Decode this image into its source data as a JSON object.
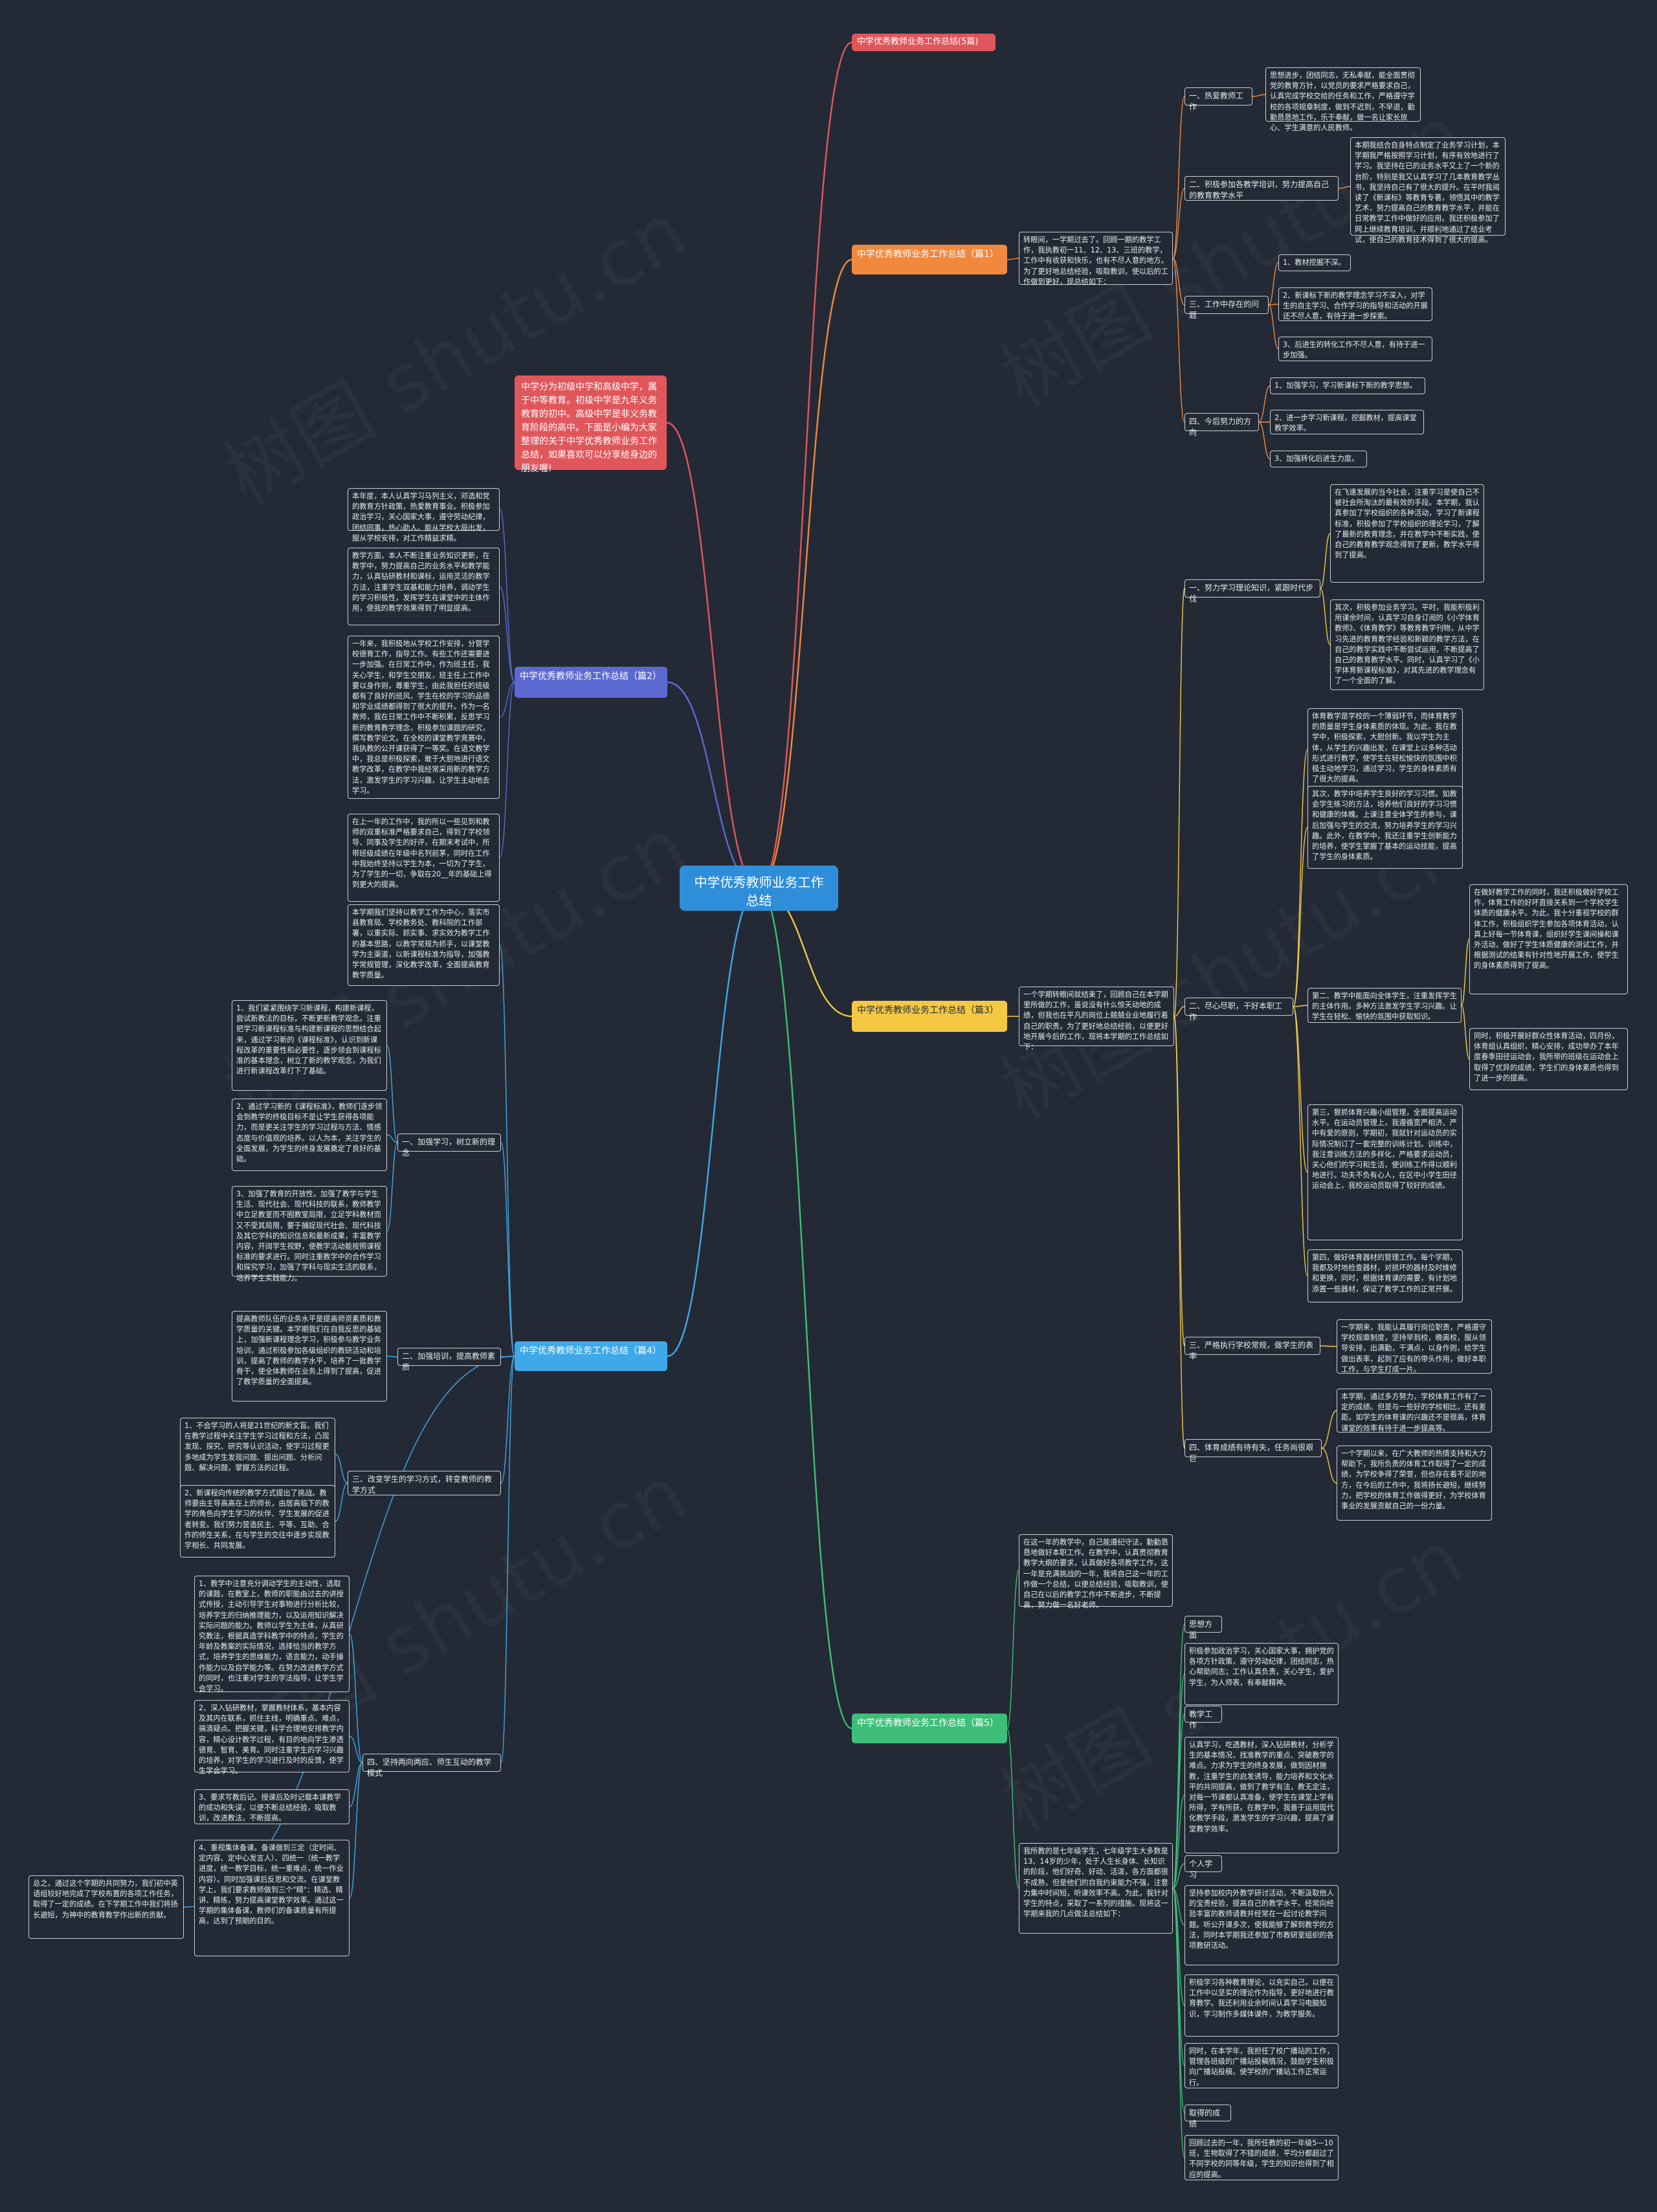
{
  "root": "中学优秀教师业务工作总结",
  "intro": "中学分为初级中学和高级中学，属于中等教育。初级中学是九年义务教育的初中。高级中学是非义务教育阶段的高中。下面是小编为大家整理的关于中学优秀教师业务工作总结，如果喜欢可以分享给身边的朋友喔!",
  "watermark": "树图 shutu.cn",
  "colors": {
    "branch0": "#e0575b",
    "branch1": "#f0883e",
    "branch2": "#5b6ad0",
    "branch3": "#f5c842",
    "branch4": "#3ea8e8",
    "branch5": "#3dbf7a"
  },
  "branches": [
    {
      "label": "中学优秀教师业务工作总结(5篇)"
    },
    {
      "label": "中学优秀教师业务工作总结（篇1）"
    },
    {
      "label": "中学优秀教师业务工作总结（篇2）"
    },
    {
      "label": "中学优秀教师业务工作总结（篇3）"
    },
    {
      "label": "中学优秀教师业务工作总结（篇4）"
    },
    {
      "label": "中学优秀教师业务工作总结（篇5）"
    }
  ],
  "p1": {
    "summary": "转眼间，一学期过去了。回顾一期的教学工作，我执教初一11、12、13、三班的教学，工作中有收获和快乐，也有不尽人意的地方。为了更好地总结经验，吸取教训，使以后的工作做到更好，现总结如下：",
    "s1": "一、热爱教师工作",
    "s1t": "思想进步，团结同志，无私奉献，能全面贯彻党的教育方针，以党员的要求严格要求自己，认真完成学校交给的任务和工作，严格遵守学校的各项规章制度，做到不迟到，不早退，勤勤恳恳地工作，乐于奉献，做一名让家长放心、学生满意的人民教师。",
    "s2": "二、积极参加各教学培训，努力提高自己的教育教学水平",
    "s2t": "本期我结合自身特点制定了业务学习计划，本学期我严格按照学习计划，有序有效地进行了学习。我坚持在已的业务水平又上了一个新的台阶，特别是我又认真学习了几本教育教学丛书，我坚持自己有了很大的提升。在平时我阅读了《新课标》等教育专著，领悟其中的教学艺术，努力提高自己的教育教学水平，并能在日常教学工作中做好的应用。我还积极参加了网上继续教育培训，并顺利地通过了结业考试，使自己的教育技术得到了很大的提高。",
    "s3": "三、工作中存在的问题",
    "s3a": "1、教材挖掘不深。",
    "s3b": "2、新课标下新的教学理念学习不深入，对学生的自主学习、合作学习的指导和活动的开展还不尽人意，有待于进一步探索。",
    "s3c": "3、后进生的转化工作不尽人意，有待于进一步加强。",
    "s4": "四、今后努力的方向",
    "s4a": "1、加强学习，学习新课标下新的教学思想。",
    "s4b": "2、进一步学习新课程，挖掘教材，提高课堂教学效率。",
    "s4c": "3、加强转化后进生力度。"
  },
  "p2": {
    "t1": "本年度，本人认真学习马列主义，邓选和党的教育方针政策，热爱教育事业。积极参加政治学习，关心国家大事，遵守劳动纪律，团结同事，热心助人。能从学校大局出发，服从学校安排，对工作精益求精。",
    "t2": "教学方面，本人不断注重业务知识更新，在教学中，努力提高自己的业务水平和教学能力，认真钻研教材和课标，运用灵活的教学方法，注重学生双基和能力培养，调动学生的学习积极性，发挥学生在课堂中的主体作用，使我的教学效果得到了明显提高。",
    "t3": "一年来，我积极地从学校工作安排，分管学校德育工作，指导工作。有些工作还需要进一步加强。在日常工作中，作为班主任，我关心学生，和学生交朋友，班主任上工作中要以身作则，尊重学生，由此我担任的班级都有了良好的班风，学生在校的学习的品德和学业成绩都得到了很大的提升。作为一名教师，我在日常工作中不断积累，反思学习新的教育教学理念，积极参加课题的研究，撰写教学论文。在全校的课堂教学竞赛中，我执教的公开课获得了一等奖。在语文教学中，我总是积极探索，敢于大胆地进行语文教学改革，在教学中我经常采用新的教学方法，激发学生的学习兴趣，让学生主动地去学习。",
    "t4": "在上一年的工作中，我的所以一些见到和教师的双重标准严格要求自己，得到了学校领导、同事及学生的好评，在期末考试中，所带班级成绩在年级中名列前茅，同时在工作中我始终坚持以学生为本，一切为了学生，为了学生的一切，争取在20__年的基础上得到更大的提高。"
  },
  "p3": {
    "summary": "一个学期转眼间就结束了，回顾自己在本学期里所做的工作，虽说没有什么惊天动地的成绩，但我也在平凡的岗位上兢兢业业地履行着自己的职责。为了更好地总结经验，以便更好地开展今后的工作，现将本学期的工作总结如下：",
    "s1": "一、努力学习理论知识，紧跟时代步伐",
    "s1a": "在飞速发展的当今社会，注重学习是使自己不被社会所淘汰的最有效的手段。本学期，我认真参加了学校组织的各种活动，学习了新课程标准，积极参加了学校组织的理论学习，了解了最新的教育理念，并在教学中不断实践，使自己的教育教学观念得到了更新，教学水平得到了提高。",
    "s1b": "其次，积极参加业务学习。平时，我能积极利用课余时间，认真学习自身订阅的《小学体育教师》、《体育教学》等教育教学刊物，从中学习先进的教育教学经验和新颖的教学方法，在自己的教学实践中不断尝试运用，不断提高了自己的教育教学水平。同时，认真学习了《小学体育新课程标准》，对其先进的教学理念有了一个全面的了解。",
    "s2": "二、尽心尽职，干好本职工作",
    "s2a": "体育教学是学校的一个薄弱环节，而体育教学的质量是学生身体素质的体现。为此，我在教学中，积极探索，大胆创新。我以学生为主体，从学生的兴趣出发，在课堂上以多种活动形式进行教学，使学生在轻松愉快的氛围中积极主动地学习，通过学习，学生的身体素质有了很大的提高。",
    "s2b": "其次，教学中培养学生良好的学习习惯。如教会学生练习的方法，培养他们良好的学习习惯和健康的体魄。上课注意全体学生的参与，课后加强与学生的交流，努力培养学生的学习兴趣。此外，在教学中，我还注重学生创新能力的培养，使学生掌握了基本的运动技能，提高了学生的身体素质。",
    "s2c": "在做好教学工作的同时，我还积极做好学校工作，体育工作的好坏直接关系到一个学校学生体质的健康水平。为此，我十分重视学校的群体工作，积极组织学生参加各项体育活动，认真上好每一节体育课，组织好学生课间操和课外活动，做好了学生体质健康的测试工作，并根据测试的结果有针对性地开展工作，使学生的身体素质得到了提高。",
    "s2d": "第二、教学中能面向全体学生，注重发挥学生的主体作用。多种方法激发学生学习兴趣。让学生在轻松、愉快的氛围中获取知识。",
    "s2e": "同时，积极开展好群众性体育活动，四月份，体育组认真组织，精心安排，成功举办了本年度春季田径运动会，我所带的班级在运动会上取得了优异的成绩，学生们的身体素质也得到了进一步的提高。",
    "s2f": "第三，狠抓体育兴趣小组管理，全面提高运动水平。在运动员管理上，我遵循宽严相济、严中有爱的原则，学期初，我就针对运动员的实际情况制订了一套完整的训练计划。训练中，我注意训练方法的多样化，严格要求运动员，关心他们的学习和生活，使训练工作得以顺利地进行。功夫不负有心人，在区中小学生田径运动会上，我校运动员取得了较好的成绩。",
    "s2g": "第四，做好体育器材的管理工作。每个学期，我都及时地检查器材，对损坏的器材及时维修和更换，同时，根据体育课的需要，有计划地添置一些器材，保证了教学工作的正常开展。",
    "s3": "三、严格执行学校常规，做学生的表率",
    "s3t": "一学期来，我能认真履行岗位职责，严格遵守学校规章制度，坚持早到校，晚离校，服从领导安排，出满勤，干满点，以身作则，给学生做出表率，起到了应有的带头作用，做好本职工作，与学生打成一片。",
    "s4": "四、体育成绩有待有失，任务尚很艰巨",
    "s4a": "本学期，通过多方努力，学校体育工作有了一定的成绩。但是与一些好的学校相比，还有差距。如学生的体育课的兴趣还不是很高，体育课堂的效率有待于进一步提高等。",
    "s4b": "一个学期以来，在广大教师的热情支持和大力帮助下，我所负责的体育工作取得了一定的成绩，为学校争得了荣誉，但也存在着不足的地方，在今后的工作中，我将扬长避短，继续努力，把学校的体育工作做得更好，为学校体育事业的发展贡献自己的一份力量。"
  },
  "p4": {
    "t0": "本学期我们坚持以教学工作为中心，落实市县教育局、学校教务处、教科院的工作部署，以重实际、抓实事、求实效为教学工作的基本思路，以教学常规为抓手，以课堂教学为主渠道，以新课程标准为指导，加强教学常规管理，深化教学改革，全面提高教育教学质量。",
    "s1": "一、加强学习，树立新的理念",
    "s1a": "1、我们紧紧围绕学习新课程，构建新课程，尝试新教法的目标，不断更新教学观念。注重把学习新课程标准与构建新课程的思想结合起来，通过学习新的《课程标准》，认识到新课程改革的重要性和必要性，逐步领会到课程标准的基本理念，树立了新的教学观念，为我们进行新课程改革打下了基础。",
    "s1b": "2、通过学习新的《课程标准》，教师们逐步领会到教学的终极目标不是让学生获得各项能力，而是更关注学生的学习过程与方法、情感态度与价值观的培养。以人为本，关注学生的全面发展，为学生的终身发展奠定了良好的基础。",
    "s1c": "3、加强了教育的开放性。加强了教学与学生生活、现代社会、现代科技的联系，教师教学中立足教室而不囿教室局限，立足学科教材而又不受其局限，要于捕捉现代社会、现代科技及其它学科的知识信息和最新成果，丰富教学内容，开阔学生视野，使教学活动能按照课程标准的要求进行。同时注重教学中的合作学习和探究学习，加强了学科与现实生活的联系，培养学生实践能力。",
    "s2": "二、加强培训，提高教师素质",
    "s2t": "提高教师队伍的业务水平是提高师资素质和教学质量的关键。本学期我们在自我反思的基础上，加强新课程理念学习，积极参与教学业务培训，通过积极参加各级组织的教研活动和培训，提高了教师的教学水平，培养了一批教学骨干，使全体教师在业务上得到了提高，促进了教学质量的全面提高。",
    "s3": "三、改变学生的学习方式，转变教师的教学方式",
    "s3a": "1、不会学习的人将是21世纪的新文盲。我们在教学过程中关注学生学习过程和方法，凸现发现、探究、研究等认识活动，使学习过程更多地成为学生发现问题、提出问题、分析问题、解决问题，掌握方法的过程。",
    "s3b": "2、新课程向传统的教学方式提出了挑战。教师要由主导高高在上的师长，由居高临下的教学的角色向学生学习的伙伴、学生发展的促进者转变。我们努力营造民主、平等、互助、合作的师生关系，在与学生的交往中逐步实现教学相长、共同发展。",
    "s4": "四、坚持两向两应、师生互动的教学模式",
    "s4a": "1、教学中注意充分调动学生的主动性，选取的课题，在教室上，教师的职能由过去的讲授式传授，主动引导学生对事物进行分析比较，培养学生的归纳推理能力，以及运用知识解决实际问题的能力。教师以学生为主体，从真研究教法，根据真造学科教学中的特点，学生的年龄及教案的实际情况，选择恰当的教学方式，培养学生的思维能力，语言能力，动手操作能力以及自学能力等。在努力改进教学方式的同时，也注重对学生的学法指导，让学生学会学习。",
    "s4b": "2、深入钻研教材，掌握教材体系，基本内容及其内在联系，抓住主线，明确重点、难点，搞清疑点。把握关键，科学合理地安排教学内容，精心设计教学过程，有目的地向学生渗透德育、智育、美育。同时注重学生的学习兴趣的培养，对学生的学习进行及时的反馈，使学生学会学习。",
    "s4c": "3、要求写教后记。授课后及时记载本课教学的成功和失误，以便不断总结经验，吸取教训，改进教法，不断提高。",
    "s4d": "4、重视集体备课。备课做到三定（定时间、定内容、定中心发言人）、四统一（统一教学进度，统一教学目标，统一重难点，统一作业内容）。同时加强课后反思和交流。在课堂教学上，我们要求教师做到三个\"精\"：精选、精讲、精练，努力提高课堂教学效率。通过这一学期的集体备课，教师们的备课质量有所提高，达到了预期的目的。",
    "s5": "总之，通过这个学期的共同努力，我们初中英语组较好地完成了学校布置的各项工作任务，取得了一定的成绩。在下学期工作中我们将扬长避短，为神中的教育教学作出新的贡献。"
  },
  "p5": {
    "summary": "在这一年的教学中，自己能遵纪守法，勤勤恳恳地做好本职工作。在教学中，认真贯彻教育教学大纲的要求，认真做好各项教学工作，这一年是充满挑战的一年，我将自己这一年的工作做一个总结，以便总结经验，吸取教训，使自己在以后的教学工作中不断进步，不断提高，努力做一名好老师。",
    "s0": "我所教的是七年级学生，七年级学生大多数是13、14岁的少年，处于人生长身体、长知识的阶段，他们好奇、好动、活泼，各方面都很不成熟，但是他们的自我约束能力不强，注意力集中时间短，听课效率不高。为此，我针对学生的特点，采取了一系列的措施。现将这一学期来我的几点做法总结如下：",
    "h1": "思想方面",
    "t1": "积极参加政治学习，关心国家大事，拥护党的各项方针政策，遵守劳动纪律，团结同志，热心帮助同志；工作认真负责，关心学生，爱护学生，为人师表，有奉献精神。",
    "h2": "教学工作",
    "t2": "认真学习，吃透教材，深入钻研教材，分析学生的基本情况，找准教学的重点、突破教学的难点。力求为学生的终身发展，做到因材施教，注重学生的启发诱导，能力培养和文化水平的共同提高，做到了教学有法，教无定法，对每一节课都认真准备，使学生在课堂上学有所得，学有所获。在教学中，我善于运用现代化教学手段，激发学生的学习兴趣，提高了课堂教学效率。",
    "h3": "个人学习",
    "t3": "坚持参加校内外教学研讨活动，不断汲取他人的宝贵经验，提高自己的教学水平。经常向经验丰富的教师请教并经常在一起讨论教学问题。听公开课多次，使我能够了解到教学的方法，同时本学期我还参加了市教研室组织的各项教研活动。",
    "t4": "积极学习各种教育理论，以充实自己，以便在工作中以坚实的理论作为指导，更好地进行教育教学。我还利用业余时间认真学习电脑知识，学习制作多媒体课件，为教学服务。",
    "t5": "同时，在本学年，我担任了校广播站的工作，管理各班级的广播站投稿情况，鼓励学生积极向广播站投稿，使学校的广播站工作正常运行。",
    "h4": "取得的成绩",
    "t6": "回顾过去的一年，我所任教的初一年级5—10班，生物取得了不错的成绩，平均分都超过了不同学校的同等年级，学生的知识也得到了相应的提高。"
  }
}
